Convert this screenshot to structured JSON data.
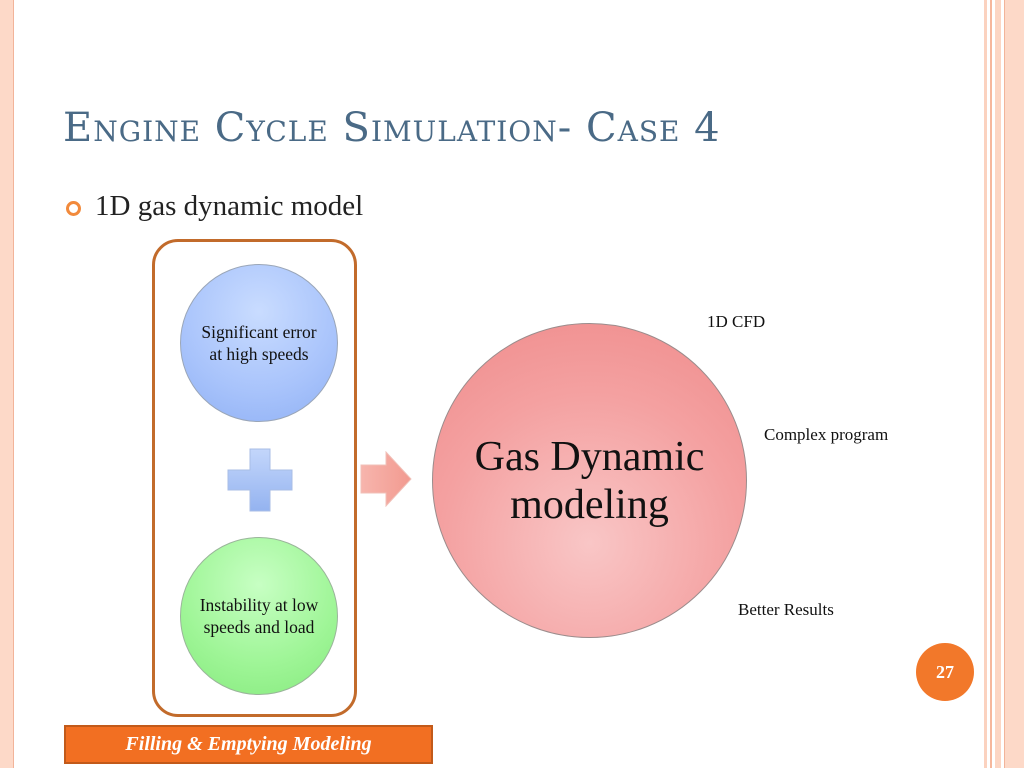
{
  "slide": {
    "title": "Engine Cycle Simulation- Case 4",
    "bullet": "1D gas dynamic model",
    "left_group": {
      "top_circle": "Significant error at high speeds",
      "plus_icon": "plus-icon",
      "bottom_circle": "Instability at low speeds and load"
    },
    "arrow_icon": "right-arrow-icon",
    "main_circle": "Gas Dynamic modeling",
    "labels": {
      "cfd": "1D CFD",
      "complex": "Complex program",
      "better": "Better Results"
    },
    "page_number": "27",
    "footer": "Filling & Emptying Modeling",
    "colors": {
      "accent": "#f2782a",
      "title": "#4a6a86",
      "box_border": "#c26b2b"
    }
  }
}
